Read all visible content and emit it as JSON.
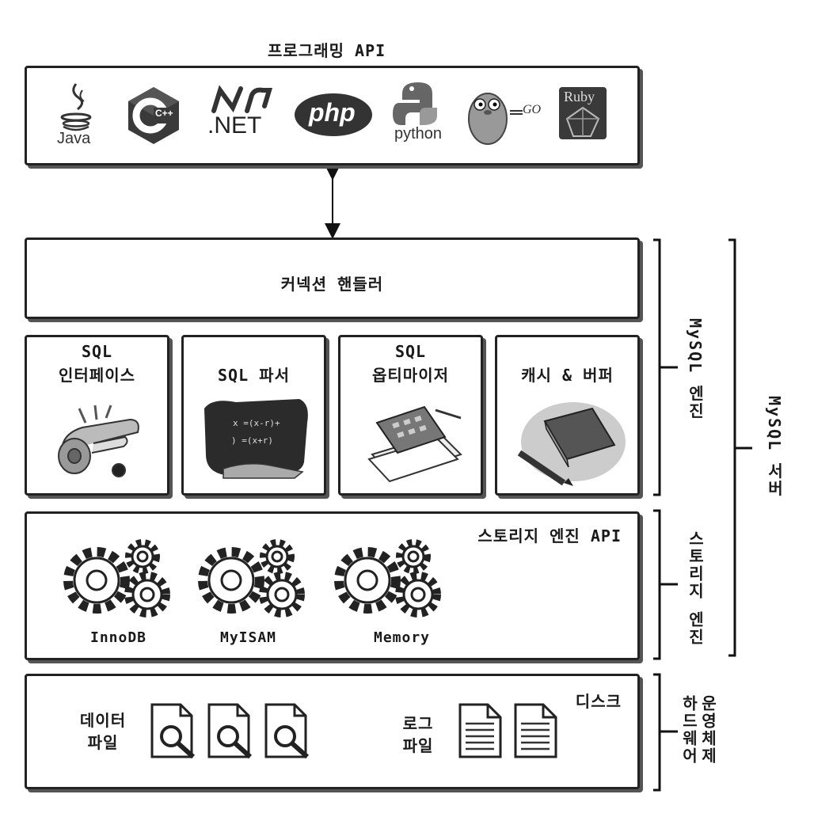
{
  "client": {
    "title": "프로그래밍 API",
    "logos": [
      {
        "name": "java-logo",
        "text": "Java"
      },
      {
        "name": "cpp-logo",
        "text": "C++"
      },
      {
        "name": "dotnet-logo",
        "text": ".NET"
      },
      {
        "name": "php-logo",
        "text": "php"
      },
      {
        "name": "python-logo",
        "text": "python"
      },
      {
        "name": "go-logo",
        "text": "GO"
      },
      {
        "name": "ruby-logo",
        "text": "Ruby"
      }
    ]
  },
  "connection_handler": "커넥션 핸들러",
  "modules": [
    {
      "line1": "SQL",
      "line2": "인터페이스"
    },
    {
      "line1": "",
      "line2": "SQL 파서"
    },
    {
      "line1": "SQL",
      "line2": "옵티마이저"
    },
    {
      "line1": "",
      "line2": "캐시 & 버퍼"
    }
  ],
  "storage": {
    "title": "스토리지 엔진 API",
    "engines": [
      "InnoDB",
      "MyISAM",
      "Memory"
    ]
  },
  "disk": {
    "title": "디스크",
    "data_file_line1": "데이터",
    "data_file_line2": "파일",
    "log_file_line1": "로그",
    "log_file_line2": "파일"
  },
  "brackets": {
    "mysql_engine": "MySQL 엔진",
    "storage_engine": "스토리지 엔진",
    "mysql_server": "MySQL 서버",
    "os_hw_line1": "운영체제",
    "os_hw_line2": "하드웨어"
  }
}
